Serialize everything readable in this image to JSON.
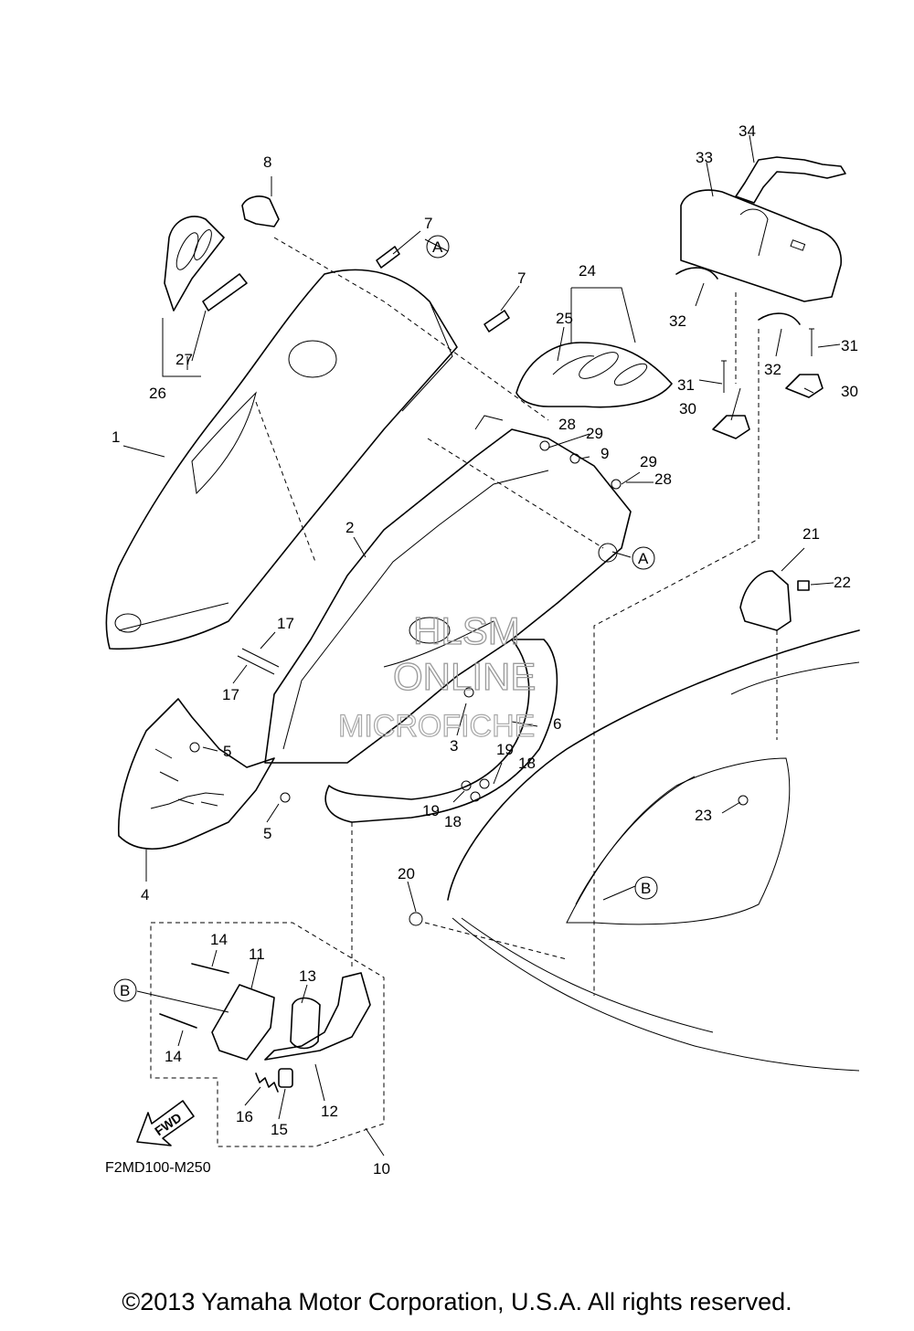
{
  "diagram": {
    "callouts": [
      "1",
      "2",
      "3",
      "4",
      "5",
      "5",
      "6",
      "7",
      "7",
      "8",
      "9",
      "10",
      "11",
      "12",
      "13",
      "14",
      "14",
      "15",
      "16",
      "17",
      "17",
      "18",
      "18",
      "19",
      "19",
      "20",
      "21",
      "22",
      "23",
      "24",
      "25",
      "26",
      "27",
      "28",
      "28",
      "29",
      "29",
      "30",
      "30",
      "31",
      "31",
      "32",
      "32",
      "33",
      "34"
    ],
    "circle_labels": [
      "A",
      "A",
      "B",
      "B"
    ],
    "fwd_label": "FWD",
    "diagram_code": "F2MD100-M250",
    "watermark": [
      "HLSM",
      "ONLINE",
      "MICROFICHE"
    ]
  },
  "copyright": "©2013 Yamaha Motor Corporation, U.S.A. All rights reserved."
}
